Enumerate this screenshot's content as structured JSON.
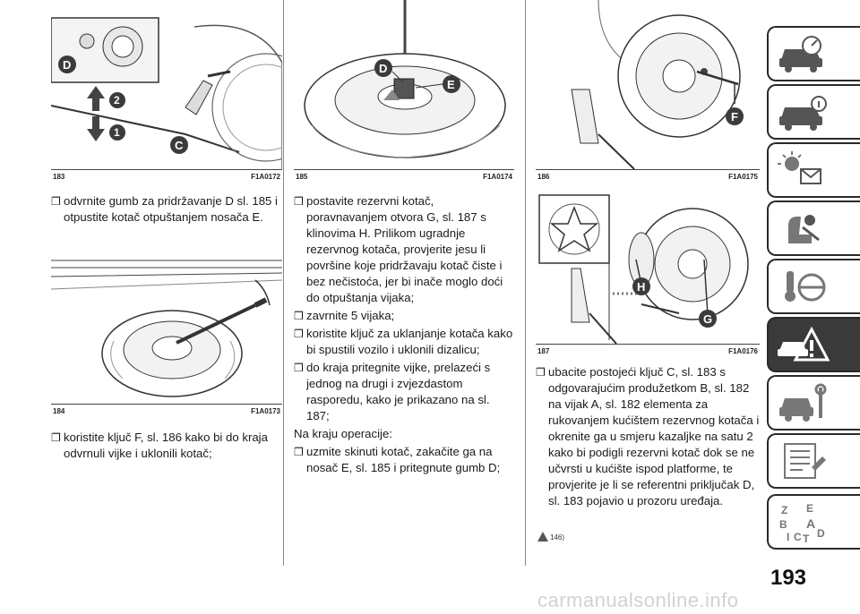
{
  "page_number": "193",
  "watermark": "carmanualsonline.info",
  "figures": {
    "f183": {
      "number": "183",
      "code": "F1A0172",
      "callouts": [
        "D",
        "2",
        "1",
        "C"
      ]
    },
    "f184": {
      "number": "184",
      "code": "F1A0173"
    },
    "f185": {
      "number": "185",
      "code": "F1A0174",
      "callouts": [
        "D",
        "E"
      ]
    },
    "f186": {
      "number": "186",
      "code": "F1A0175",
      "callouts": [
        "F"
      ]
    },
    "f187": {
      "number": "187",
      "code": "F1A0176",
      "callouts": [
        "H",
        "G"
      ]
    }
  },
  "col1": {
    "item1": "odvrnite gumb za pridržavanje D sl. 185 i otpustite kotač otpuštanjem nosača E.",
    "item2": "koristite ključ F, sl. 186 kako bi do kraja odvrnuli vijke i uklonili kotač;"
  },
  "col2": {
    "item1": "postavite rezervni kotač, poravnavanjem otvora G, sl. 187 s klinovima H. Prilikom ugradnje rezervnog kotača, provjerite jesu li površine koje pridržavaju kotač čiste i bez nečistoća, jer bi inače moglo doći do otpuštanja vijaka;",
    "item2": "zavrnite 5 vijaka;",
    "item3": "koristite ključ za uklanjanje kotača kako bi spustili vozilo i uklonili dizalicu;",
    "item4": "do kraja pritegnite vijke, prelazeći s jednog na drugi i zvjezdastom rasporedu, kako je prikazano na sl. 187;",
    "para": "Na kraju operacije:",
    "item5": "uzmite skinuti kotač, zakačite ga na nosač E, sl. 185 i pritegnute gumb D;"
  },
  "col3": {
    "item1": "ubacite postojeći ključ C, sl. 183 s odgovarajućim produžetkom B, sl. 182 na vijak A, sl. 182 elementa za rukovanjem kućištem rezervnog kotača i okrenite ga u smjeru kazaljke na satu 2 kako bi podigli rezervni kotač dok se ne učvrsti u kućište ispod platforme, te provjerite je li se referentni priključak D, sl. 183 pojavio u prozoru uređaja.",
    "warning_ref": "146)"
  },
  "checkbox_glyph": "❒",
  "sidebar": {
    "tabs": [
      {
        "name": "dashboard",
        "icon": "car-dashboard-icon"
      },
      {
        "name": "safety",
        "icon": "car-info-icon"
      },
      {
        "name": "lights",
        "icon": "warning-lights-icon"
      },
      {
        "name": "airbag",
        "icon": "seat-airbag-icon"
      },
      {
        "name": "starting",
        "icon": "key-steering-icon"
      },
      {
        "name": "emergency",
        "icon": "car-emergency-icon",
        "active": true
      },
      {
        "name": "maintenance",
        "icon": "car-wrench-icon"
      },
      {
        "name": "specs",
        "icon": "document-list-icon"
      },
      {
        "name": "index",
        "icon": "alphabet-index-icon"
      }
    ],
    "index_letters": [
      "Z",
      "E",
      "B",
      "A",
      "I",
      "C",
      "T",
      "D"
    ]
  },
  "colors": {
    "rule": "#888888",
    "tab_border": "#2a2a2a",
    "active_tab": "#3a3a3a",
    "callout": "#3b3b3b"
  }
}
